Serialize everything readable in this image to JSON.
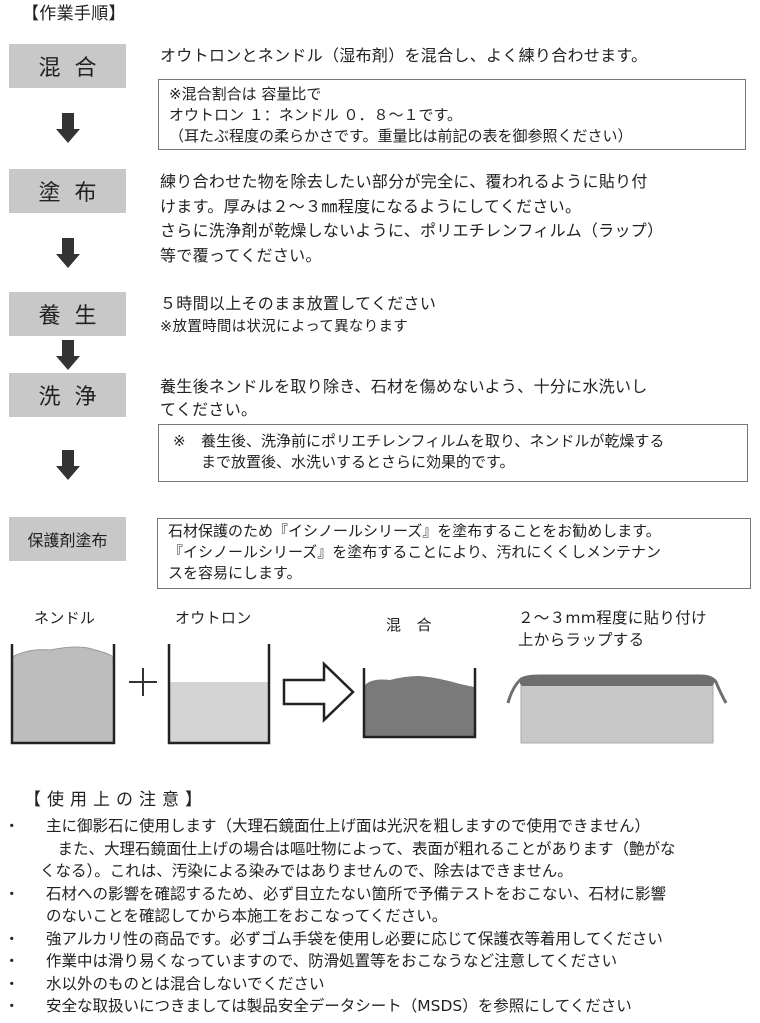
{
  "title": "【作業手順】",
  "steps": [
    {
      "label": "混合",
      "text": [
        "オウトロンとネンドル（湿布剤）を混合し、よく練り合わせます。"
      ],
      "note": [
        "※混合割合は 容量比で",
        "オウトロン １：ネンドル ０．８～１です。",
        "（耳たぶ程度の柔らかさです。重量比は前記の表を御参照ください）"
      ]
    },
    {
      "label": "塗布",
      "text": [
        "練り合わせた物を除去したい部分が完全に、覆われるように貼り付",
        "けます。厚みは２～３㎜程度になるようにしてください。",
        "さらに洗浄剤が乾燥しないように、ポリエチレンフィルム（ラップ）",
        "等で覆ってください。"
      ]
    },
    {
      "label": "養生",
      "text": [
        "５時間以上そのまま放置してください"
      ],
      "subtext": "※放置時間は状況によって異なります"
    },
    {
      "label": "洗浄",
      "text": [
        "養生後ネンドルを取り除き、石材を傷めないよう、十分に水洗いし",
        "てください。"
      ],
      "note_mark": "※",
      "note": [
        "養生後、洗浄前にポリエチレンフィルムを取り、ネンドルが乾燥する",
        "まで放置後、水洗いするとさらに効果的です。"
      ]
    },
    {
      "label": "保護剤塗布",
      "note": [
        "石材保護のため『イシノールシリーズ』を塗布することをお勧めします。",
        "『イシノールシリーズ』を塗布することにより、汚れにくくしメンテナン",
        "スを容易にします。"
      ]
    }
  ],
  "illustration": {
    "labels": [
      "ネンドル",
      "オウトロン",
      "混　合",
      "２～３mm程度に貼り付け",
      "上からラップする"
    ],
    "plus": "+"
  },
  "cautions": {
    "title": "【 使 用 上 の 注 意 】",
    "bullet": "・",
    "items": [
      [
        "主に御影石に使用します（大理石鏡面仕上げ面は光沢を粗しますので使用できません）",
        "　また、大理石鏡面仕上げの場合は嘔吐物によって、表面が粗れることがあります（艶がな",
        "くなる）。これは、汚染による染みではありませんので、除去はできません。"
      ],
      [
        "石材への影響を確認するため、必ず目立たない箇所で予備テストをおこない、石材に影響",
        "のないことを確認してから本施工をおこなってください。"
      ],
      [
        "強アルカリ性の商品です。必ずゴム手袋を使用し必要に応じて保護衣等着用してください"
      ],
      [
        "作業中は滑り易くなっていますので、防滑処置等をおこなうなど注意してください"
      ],
      [
        "水以外のものとは混合しないでください"
      ],
      [
        "安全な取扱いにつきましては製品安全データシート（MSDS）を参照にしてください"
      ]
    ]
  },
  "colors": {
    "step_bg": "#c8c8c8",
    "arrow": "#333333",
    "nendoru": "#bdbdbd",
    "outoron": "#d4d4d4",
    "mix": "#7a7a7a",
    "wrap": "#6e6e6e"
  }
}
